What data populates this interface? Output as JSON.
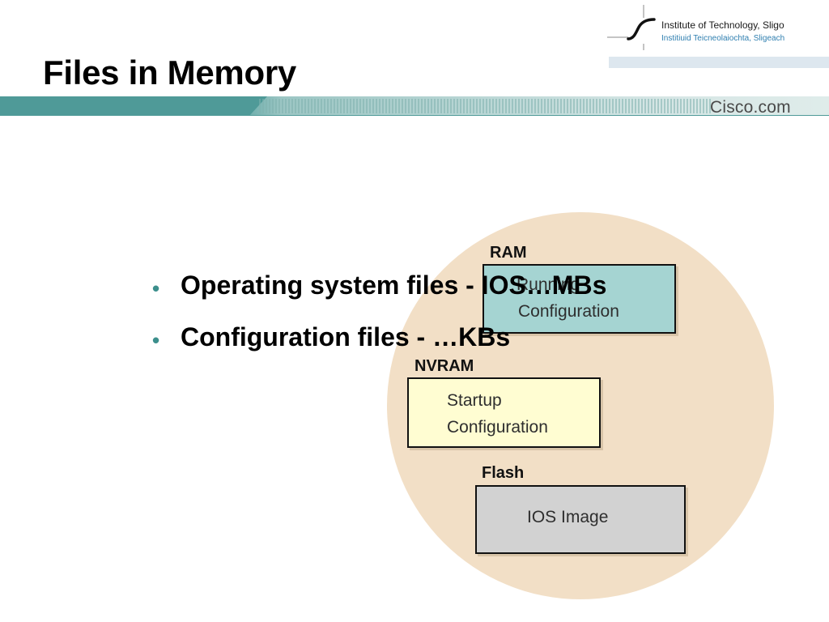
{
  "header": {
    "title": "Files in Memory",
    "institute_name": "Institute of Technology, Sligo",
    "institute_name_irish": "Institiuid Teicneolaiochta, Sligeach",
    "brand": "Cisco.com"
  },
  "diagram": {
    "ram": {
      "label": "RAM",
      "box_lines": [
        "Running",
        "Configuration"
      ]
    },
    "nvram": {
      "label": "NVRAM",
      "box_lines": [
        "Startup",
        "Configuration"
      ]
    },
    "flash": {
      "label": "Flash",
      "box_lines": [
        "IOS Image"
      ]
    }
  },
  "bullets": [
    "Operating system files - IOS…MBs",
    "Configuration files - …KBs"
  ],
  "colors": {
    "accent_teal": "#3c8f8c",
    "circle_fill": "#f2dfc6",
    "ram_box": "#a5d4d2",
    "nvram_box": "#fffdd2",
    "flash_box": "#d2d2d2",
    "logo_blue": "#2f7fb0"
  }
}
